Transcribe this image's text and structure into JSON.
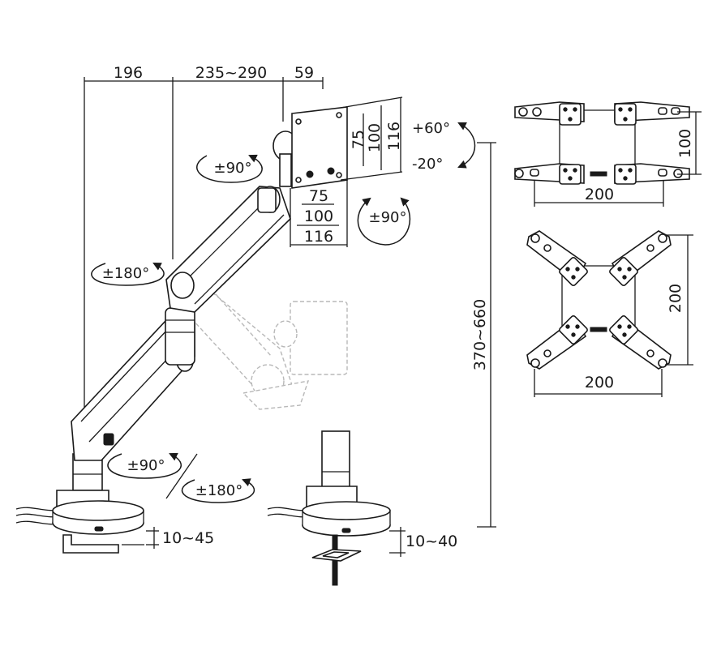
{
  "dimensions": {
    "reach_base": "196",
    "reach_arm": "235~290",
    "reach_head": "59",
    "vesa_v_75": "75",
    "vesa_v_100": "100",
    "vesa_v_116": "116",
    "vesa_h_75": "75",
    "vesa_h_100": "100",
    "vesa_h_116": "116",
    "height_range": "370~660",
    "clamp_range": "10~45",
    "grommet_range": "10~40",
    "adapter_top_height": "100",
    "adapter_top_width": "200",
    "adapter_bottom_height": "200",
    "adapter_bottom_width": "200"
  },
  "rotations": {
    "tilt_up": "+60°",
    "tilt_down": "-20°",
    "head_swivel": "±90°",
    "rotate": "±90°",
    "arm_swivel": "±180°",
    "base_swivel_90": "±90°",
    "base_swivel_180": "±180°"
  }
}
